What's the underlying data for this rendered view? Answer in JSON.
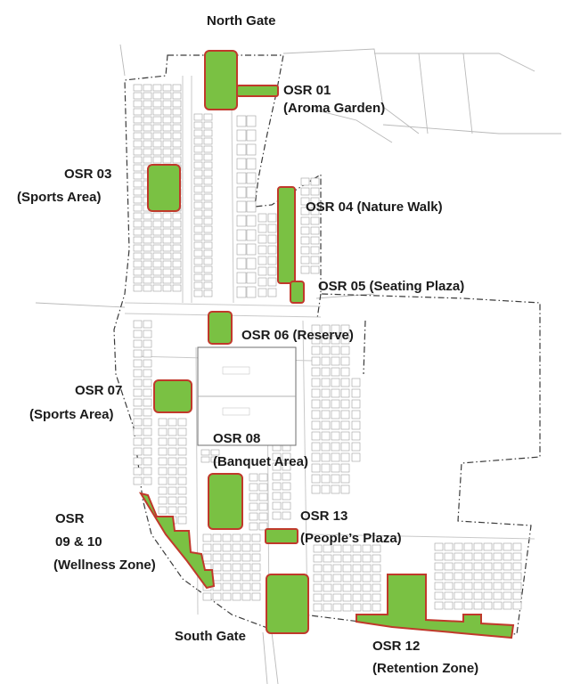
{
  "gates": {
    "north": "North Gate",
    "south": "South Gate"
  },
  "colors": {
    "open_space_fill": "#7ac143",
    "open_space_stroke": "#c0392b",
    "boundary": "#3a3a3a",
    "lot_outline": "#9d9d9d",
    "background": "#ffffff"
  },
  "zones": [
    {
      "id": "osr-01",
      "label_lines": [
        "OSR 01",
        "(Aroma Garden)"
      ]
    },
    {
      "id": "osr-03",
      "label_lines": [
        "OSR 03",
        "(Sports Area)"
      ]
    },
    {
      "id": "osr-04",
      "label_lines": [
        "OSR 04 (Nature Walk)"
      ]
    },
    {
      "id": "osr-05",
      "label_lines": [
        "OSR 05 (Seating Plaza)"
      ]
    },
    {
      "id": "osr-06",
      "label_lines": [
        "OSR 06 (Reserve)"
      ]
    },
    {
      "id": "osr-07",
      "label_lines": [
        "OSR 07",
        "(Sports Area)"
      ]
    },
    {
      "id": "osr-08",
      "label_lines": [
        "OSR 08",
        "(Banquet Area)"
      ]
    },
    {
      "id": "osr-09-10",
      "label_lines": [
        "OSR",
        "09 & 10",
        "(Wellness Zone)"
      ]
    },
    {
      "id": "osr-12",
      "label_lines": [
        "OSR 12",
        "(Retention Zone)"
      ]
    },
    {
      "id": "osr-13",
      "label_lines": [
        "OSR 13",
        "(People’s Plaza)"
      ]
    }
  ]
}
